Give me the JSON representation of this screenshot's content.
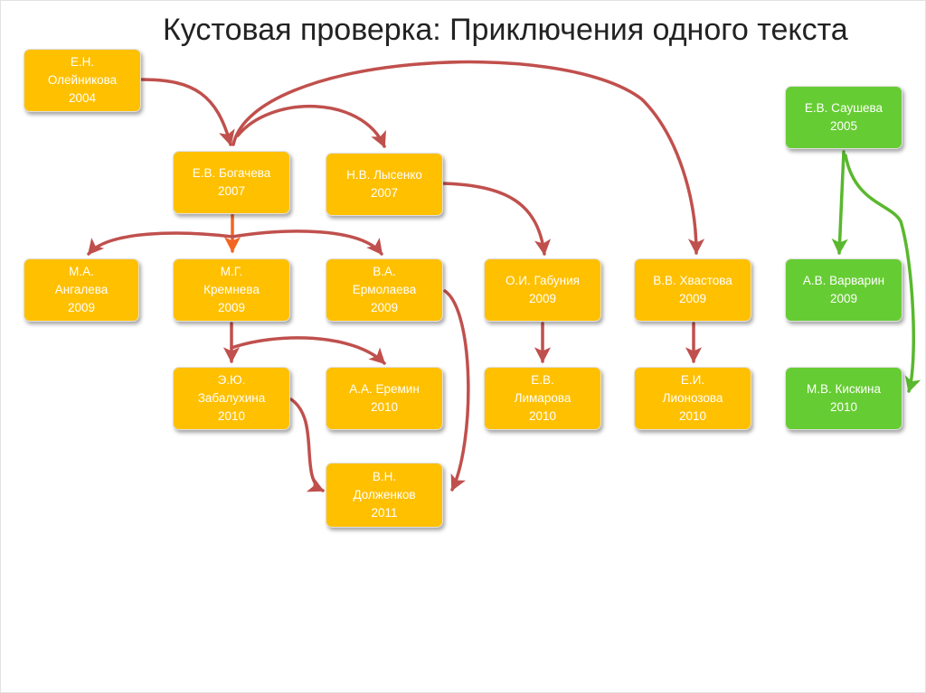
{
  "slide": {
    "title": "Кустовая проверка: Приключения одного текста"
  },
  "colors": {
    "orange_box": "#ffc000",
    "green_box": "#66cc33",
    "red_arrow": "#c0504d",
    "highlight_arrow": "#f26522",
    "green_arrow": "#59b82e"
  },
  "nodes": {
    "oleynikova": {
      "lines": [
        "Е.Н.",
        "Олейникова",
        "2004"
      ]
    },
    "bogacheva": {
      "lines": [
        "Е.В. Богачева",
        "2007"
      ]
    },
    "lysenko": {
      "lines": [
        "Н.В. Лысенко",
        "2007"
      ]
    },
    "angaleva": {
      "lines": [
        "М.А.",
        "Ангалева",
        "2009"
      ]
    },
    "kremneva": {
      "lines": [
        "М.Г.",
        "Кремнева",
        "2009"
      ]
    },
    "ermolaeva": {
      "lines": [
        "В.А.",
        "Ермолаева",
        "2009"
      ]
    },
    "gabuniya": {
      "lines": [
        "О.И. Габуния",
        "2009"
      ]
    },
    "khvastova": {
      "lines": [
        "В.В. Хвастова",
        "2009"
      ]
    },
    "saushева": {
      "lines": [
        "Е.В. Саушева",
        "2005"
      ]
    },
    "varvarin": {
      "lines": [
        "А.В. Варварин",
        "2009"
      ]
    },
    "zabaluhina": {
      "lines": [
        "Э.Ю.",
        "Забалухина",
        "2010"
      ]
    },
    "eremin": {
      "lines": [
        "А.А. Еремин",
        "2010"
      ]
    },
    "limarova": {
      "lines": [
        "Е.В.",
        "Лимарова",
        "2010"
      ]
    },
    "lionozova": {
      "lines": [
        "Е.И.",
        "Лионозова",
        "2010"
      ]
    },
    "kiskina": {
      "lines": [
        "М.В. Кискина",
        "2010"
      ]
    },
    "dolzhenkov": {
      "lines": [
        "В.Н.",
        "Долженков",
        "2011"
      ]
    }
  }
}
